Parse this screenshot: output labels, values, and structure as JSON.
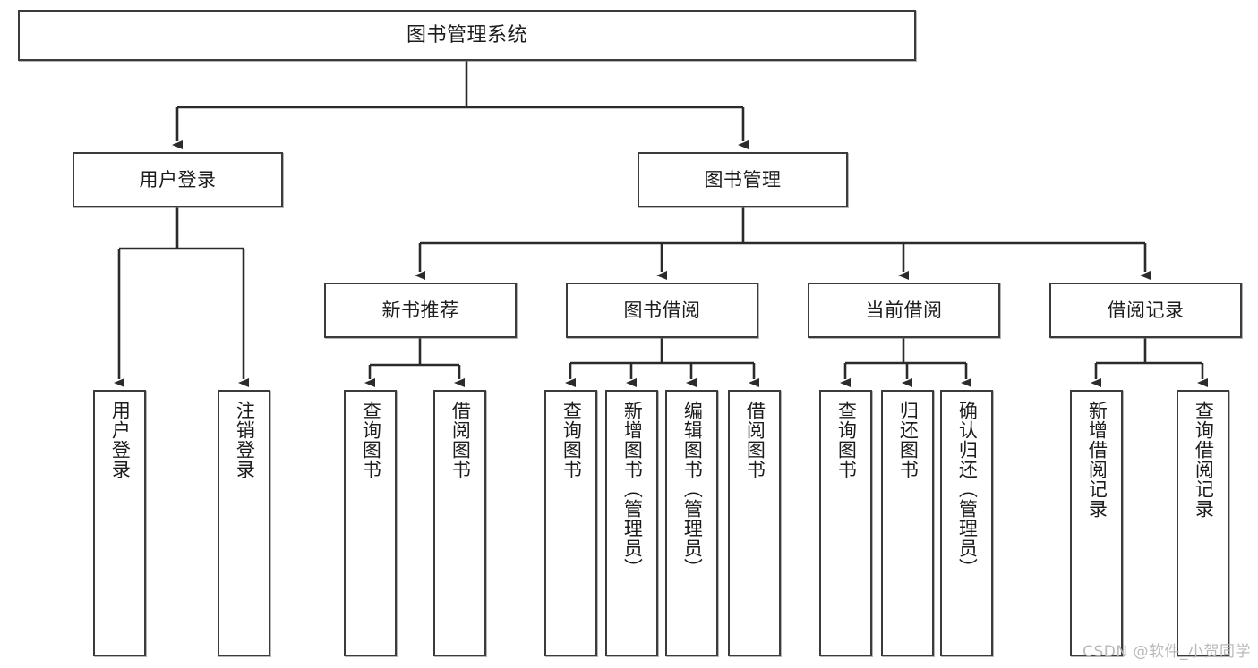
{
  "diagram": {
    "title": "图书管理系统",
    "type": "hierarchy-tree",
    "colors": {
      "box_border": "#3b3b3b",
      "box_fill": "#ffffff",
      "edge": "#2b2b2b",
      "watermark": "#b9b9b9"
    },
    "nodes": {
      "root": {
        "label": "图书管理系统"
      },
      "level2": [
        {
          "label": "用户登录"
        },
        {
          "label": "图书管理"
        }
      ],
      "level3": [
        {
          "label": "新书推荐"
        },
        {
          "label": "图书借阅"
        },
        {
          "label": "当前借阅"
        },
        {
          "label": "借阅记录"
        }
      ],
      "leaves": {
        "user_login": [
          {
            "label": "用户登录"
          },
          {
            "label": "注销登录"
          }
        ],
        "new_book_recommend": [
          {
            "label": "查询图书"
          },
          {
            "label": "借阅图书"
          }
        ],
        "book_borrow": [
          {
            "label": "查询图书"
          },
          {
            "label": "新增图书（管理员）"
          },
          {
            "label": "编辑图书（管理员）"
          },
          {
            "label": "借阅图书"
          }
        ],
        "current_borrow": [
          {
            "label": "查询图书"
          },
          {
            "label": "归还图书"
          },
          {
            "label": "确认归还（管理员）"
          }
        ],
        "borrow_record": [
          {
            "label": "新增借阅记录"
          },
          {
            "label": "查询借阅记录"
          }
        ]
      }
    },
    "watermark": "CSDN @软件_小贺同学"
  }
}
